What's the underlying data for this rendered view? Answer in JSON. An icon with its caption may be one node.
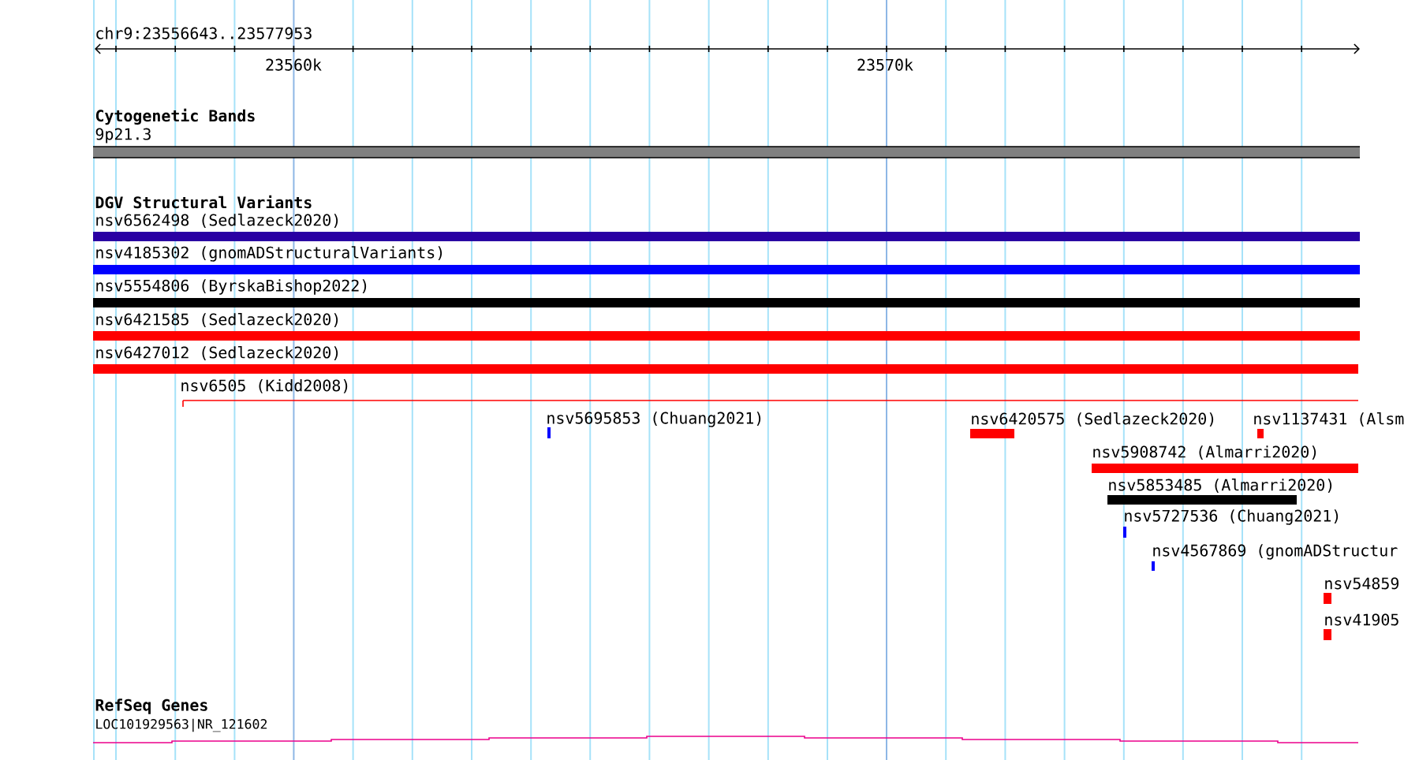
{
  "diagram": {
    "nodes": [
      {
        "text": [
          "9p21.3"
        ]
      },
      {
        "text": [
          "nsv6562498 (Sedlazeck2020)"
        ]
      },
      {
        "text": [
          "nsv4185302 (gnomADStructuralVariants)"
        ]
      },
      {
        "text": [
          "nsv5554806 (ByrskaBishop2022)"
        ]
      },
      {
        "text": [
          "nsv6421585 (Sedlazeck2020)"
        ]
      },
      {
        "text": [
          "nsv6427012 (Sedlazeck2020)"
        ]
      },
      {
        "text": [
          "nsv6505 (Kidd2008)"
        ]
      },
      {
        "text": [
          "nsv5695853 (Chuang2021)"
        ]
      },
      {
        "text": [
          "nsv6420575 (Sedlazeck2020)"
        ]
      },
      {
        "text": [
          "nsv1137431 (Alsm"
        ]
      },
      {
        "text": [
          "nsv5908742 (Almarri2020)"
        ]
      },
      {
        "text": [
          "nsv5853485 (Almarri2020)"
        ]
      },
      {
        "text": [
          "nsv5727536 (Chuang2021)"
        ]
      },
      {
        "text": [
          "nsv4567869 (gnomADStructur"
        ]
      },
      {
        "text": [
          "nsv54859"
        ]
      },
      {
        "text": [
          "nsv41905"
        ]
      },
      {
        "text": [
          "LOC101929563|NR_121602"
        ]
      }
    ],
    "labels": [
      "chr9:23556643..23577953",
      "23560k",
      "23570k",
      "Cytogenetic Bands",
      "DGV Structural Variants",
      "RefSeq Genes"
    ]
  }
}
